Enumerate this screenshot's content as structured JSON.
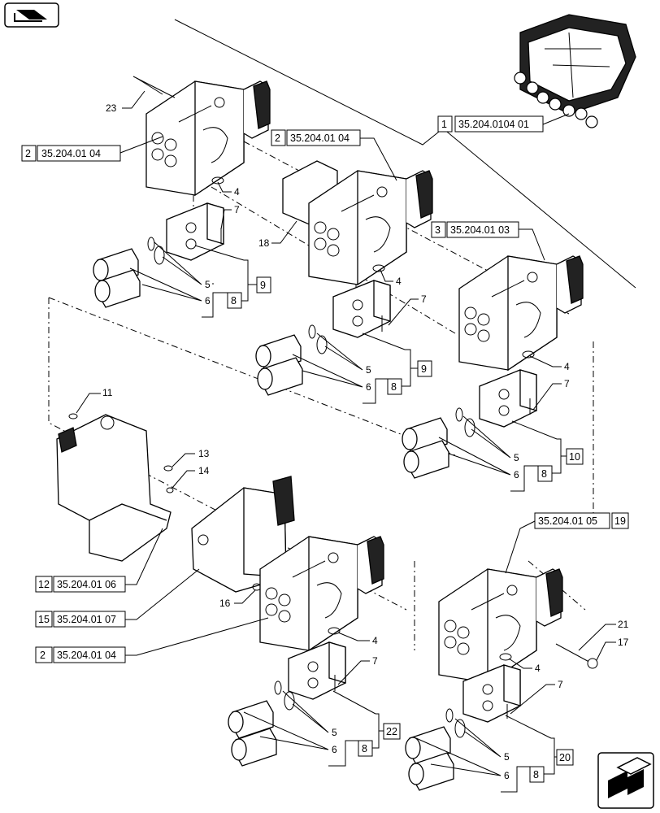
{
  "refs": {
    "r2a_num": "2",
    "r2a_code": "35.204.01 04",
    "r2b_num": "2",
    "r2b_code": "35.204.01 04",
    "r1_num": "1",
    "r1_code": "35.204.0104 01",
    "r3_num": "3",
    "r3_code": "35.204.01 03",
    "r19_code": "35.204.01 05",
    "r19_num": "19",
    "r12_num": "12",
    "r12_code": "35.204.01 06",
    "r15_num": "15",
    "r15_code": "35.204.01 07",
    "r2c_num": "2",
    "r2c_code": "35.204.01 04"
  },
  "callouts": {
    "c23": "23",
    "c18": "18",
    "c11": "11",
    "c13": "13",
    "c14": "14",
    "c16": "16",
    "c21": "21",
    "c17": "17",
    "g1_4": "4",
    "g1_7": "7",
    "g1_5": "5",
    "g1_6": "6",
    "g1_8": "8",
    "g1_9": "9",
    "g2_4": "4",
    "g2_7": "7",
    "g2_5": "5",
    "g2_6": "6",
    "g2_8": "8",
    "g2_9": "9",
    "g3_4": "4",
    "g3_7": "7",
    "g3_5": "5",
    "g3_6": "6",
    "g3_8": "8",
    "g3_10": "10",
    "g4_4": "4",
    "g4_7": "7",
    "g4_5": "5",
    "g4_6": "6",
    "g4_8": "8",
    "g4_22": "22",
    "g5_4": "4",
    "g5_7": "7",
    "g5_5": "5",
    "g5_6": "6",
    "g5_8": "8",
    "g5_20": "20"
  },
  "icons": {
    "top_left": "book-arrow-icon",
    "bottom_right": "next-page-arrow-icon"
  }
}
